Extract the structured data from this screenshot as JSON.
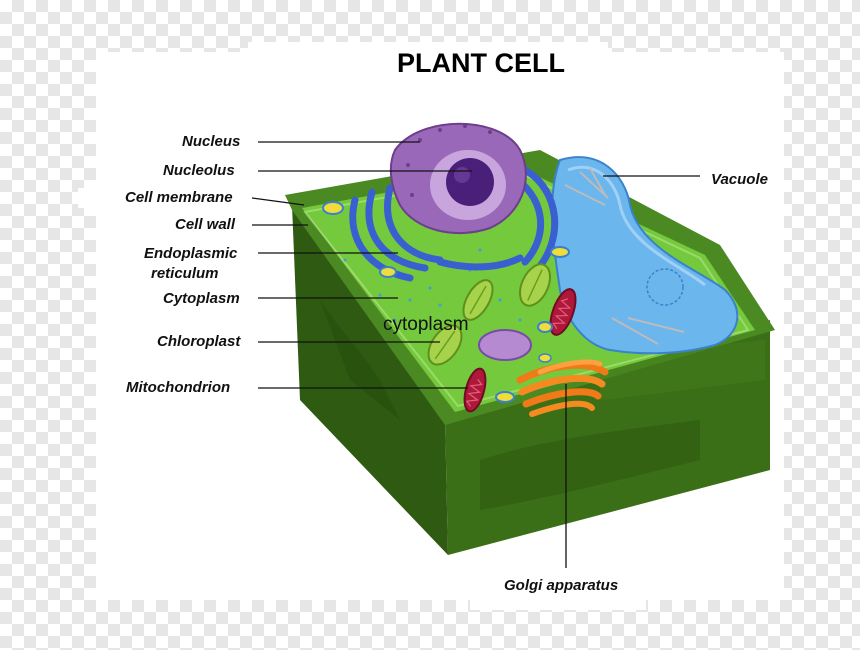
{
  "title": "PLANT CELL",
  "labels": {
    "nucleus": "Nucleus",
    "nucleolus": "Nucleolus",
    "cell_membrane": "Cell membrane",
    "cell_wall": "Cell wall",
    "er_line1": "Endoplasmic",
    "er_line2": "reticulum",
    "cytoplasm": "Cytoplasm",
    "chloroplast": "Chloroplast",
    "mitochondrion": "Mitochondrion",
    "vacuole": "Vacuole",
    "golgi": "Golgi apparatus"
  },
  "overlay_text": "cytoplasm",
  "colors": {
    "wall_dark": "#2f5e12",
    "wall_mid": "#3f7a1c",
    "cytoplasm": "#6fc23a",
    "nucleus": "#9b6ab8",
    "nucleolus": "#4a1f7a",
    "er": "#3a5fd0",
    "vacuole": "#6eb7ec",
    "chloroplast": "#a6d34a",
    "mitochondrion": "#b0183a",
    "golgi": "#f07a18"
  }
}
